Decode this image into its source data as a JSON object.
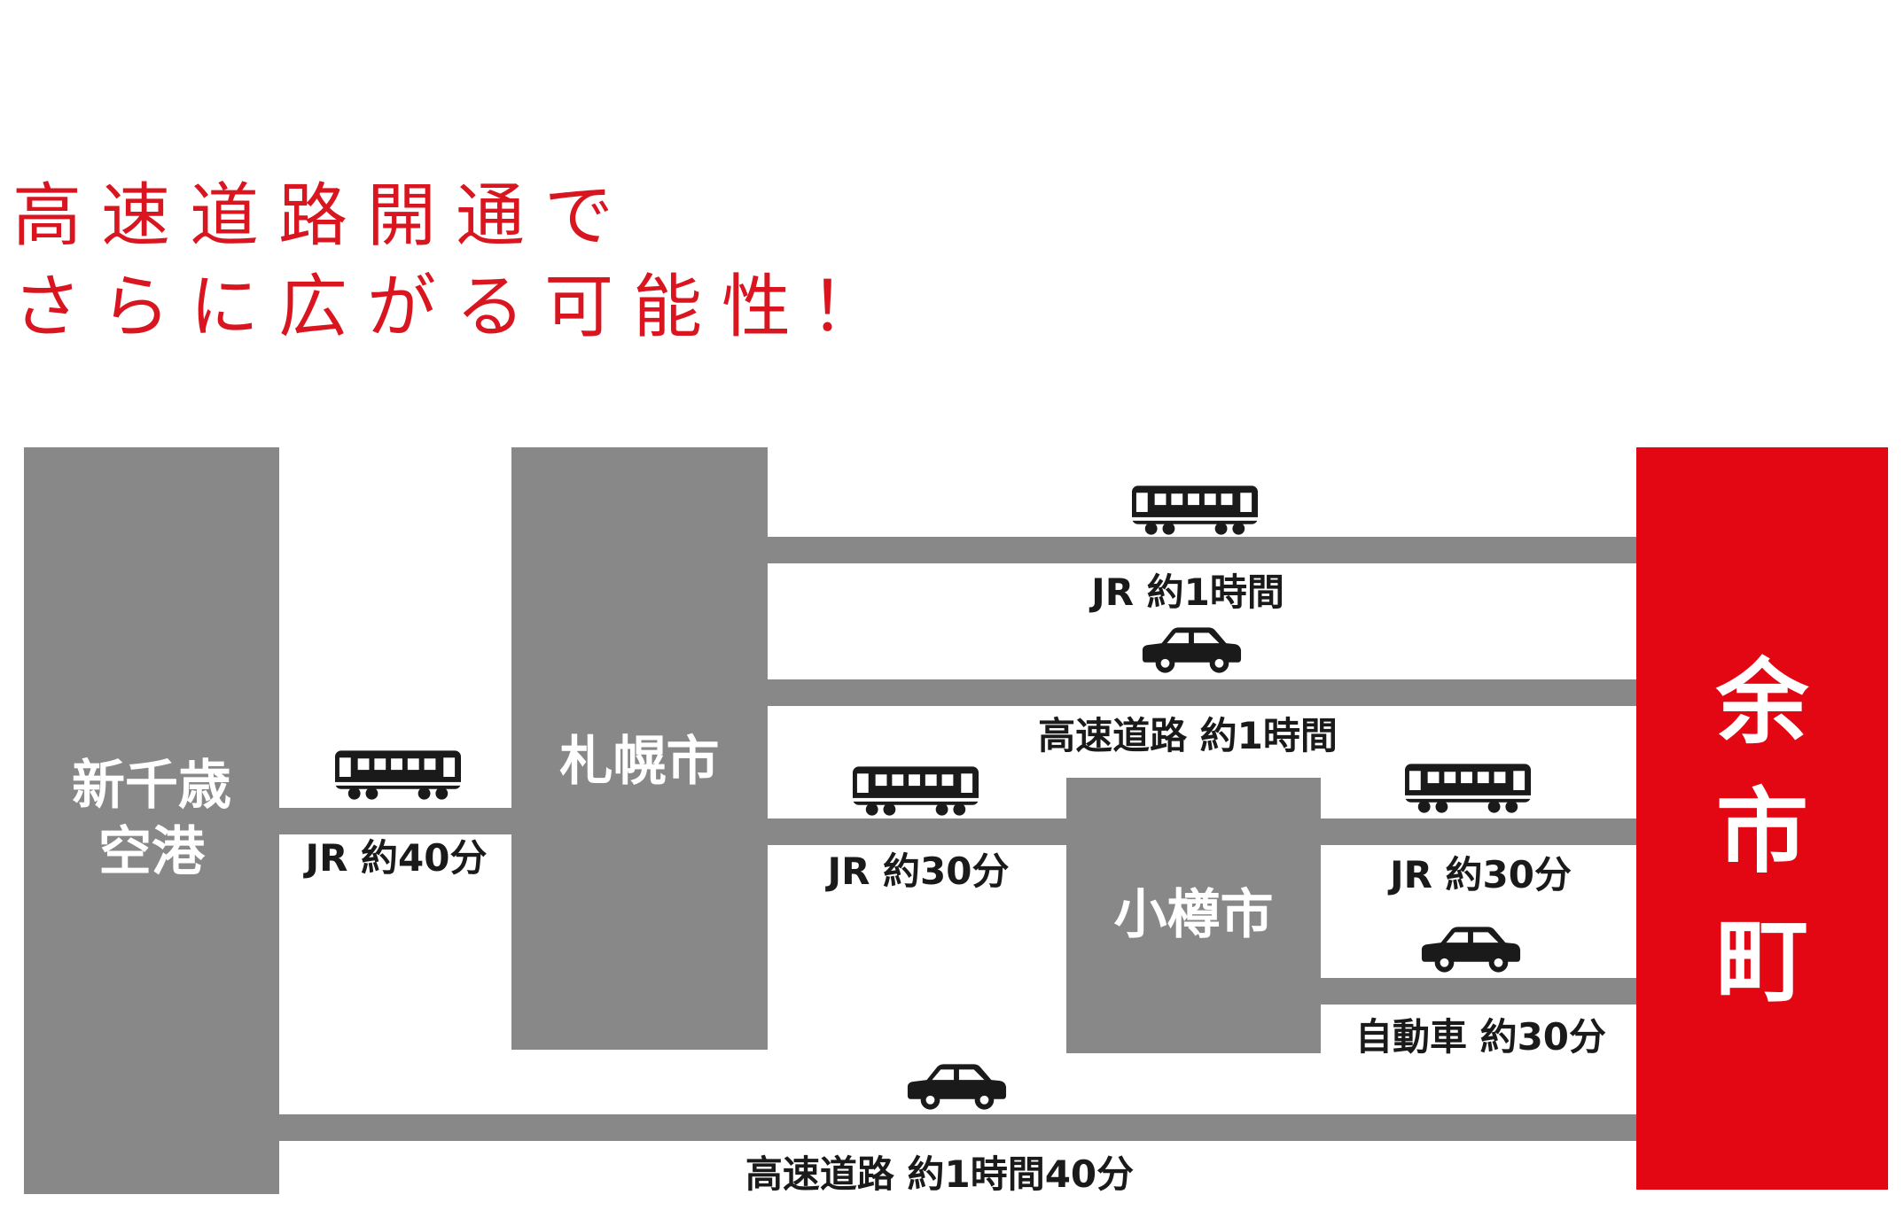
{
  "headline": {
    "line1": "高速道路開通で",
    "line2": "さらに広がる可能性！"
  },
  "colors": {
    "accent_red": "#d9161f",
    "destination_red": "#e30613",
    "block_gray": "#888888",
    "text_dark": "#1a1a1a"
  },
  "nodes": {
    "shin_chitose": {
      "line1": "新千歳",
      "line2": "空港"
    },
    "sapporo": {
      "label": "札幌市"
    },
    "otaru": {
      "label": "小樽市"
    },
    "yoichi": {
      "chars": [
        "余",
        "市",
        "町"
      ]
    }
  },
  "routes": {
    "chitose_sapporo_jr": {
      "label": "JR 約40分",
      "icon": "train-icon"
    },
    "sapporo_yoichi_jr": {
      "label": "JR 約1時間",
      "icon": "train-icon"
    },
    "sapporo_yoichi_expressway": {
      "label": "高速道路 約1時間",
      "icon": "car-icon"
    },
    "sapporo_otaru_jr": {
      "label": "JR 約30分",
      "icon": "train-icon"
    },
    "otaru_yoichi_jr": {
      "label": "JR 約30分",
      "icon": "train-icon"
    },
    "otaru_yoichi_car": {
      "label": "自動車 約30分",
      "icon": "car-icon"
    },
    "chitose_yoichi_expressway": {
      "label": "高速道路 約1時間40分",
      "icon": "car-icon"
    }
  }
}
